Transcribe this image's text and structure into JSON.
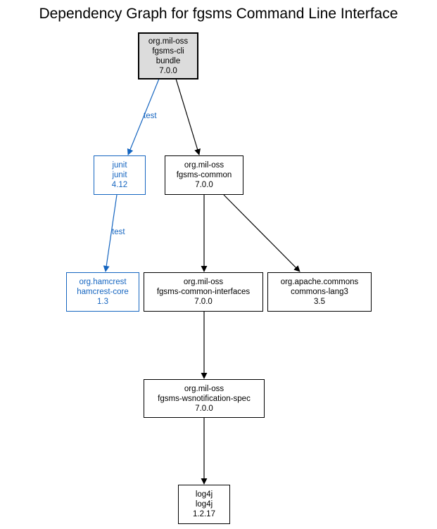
{
  "title": "Dependency Graph for fgsms Command Line Interface",
  "colors": {
    "test_scope": "#1565c0",
    "compile_scope": "#000000",
    "root_fill": "#dcdcdc"
  },
  "nodes": {
    "fgsms_cli": {
      "group": "org.mil-oss",
      "artifact": "fgsms-cli",
      "packaging": "bundle",
      "version": "7.0.0"
    },
    "junit": {
      "group": "junit",
      "artifact": "junit",
      "version": "4.12"
    },
    "fgsms_common": {
      "group": "org.mil-oss",
      "artifact": "fgsms-common",
      "version": "7.0.0"
    },
    "hamcrest_core": {
      "group": "org.hamcrest",
      "artifact": "hamcrest-core",
      "version": "1.3"
    },
    "fgsms_common_interfaces": {
      "group": "org.mil-oss",
      "artifact": "fgsms-common-interfaces",
      "version": "7.0.0"
    },
    "commons_lang3": {
      "group": "org.apache.commons",
      "artifact": "commons-lang3",
      "version": "3.5"
    },
    "fgsms_wsnotification_spec": {
      "group": "org.mil-oss",
      "artifact": "fgsms-wsnotification-spec",
      "version": "7.0.0"
    },
    "log4j": {
      "group": "log4j",
      "artifact": "log4j",
      "version": "1.2.17"
    }
  },
  "edges": [
    {
      "from": "fgsms_cli",
      "to": "junit",
      "scope": "test",
      "label": "test"
    },
    {
      "from": "fgsms_cli",
      "to": "fgsms_common",
      "scope": "compile"
    },
    {
      "from": "junit",
      "to": "hamcrest_core",
      "scope": "test",
      "label": "test"
    },
    {
      "from": "fgsms_common",
      "to": "fgsms_common_interfaces",
      "scope": "compile"
    },
    {
      "from": "fgsms_common",
      "to": "commons_lang3",
      "scope": "compile"
    },
    {
      "from": "fgsms_common_interfaces",
      "to": "fgsms_wsnotification_spec",
      "scope": "compile"
    },
    {
      "from": "fgsms_wsnotification_spec",
      "to": "log4j",
      "scope": "compile"
    }
  ]
}
